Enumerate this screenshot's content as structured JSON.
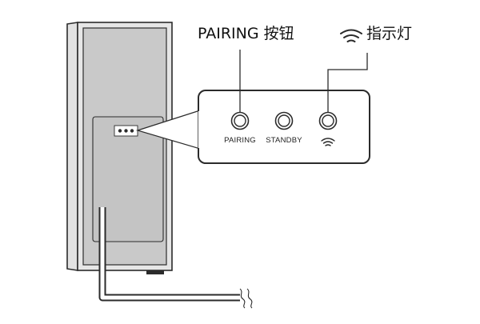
{
  "callouts": {
    "pairing": "PAIRING 按钮",
    "indicator": "指示灯"
  },
  "panel": {
    "buttons": [
      {
        "label": "PAIRING"
      },
      {
        "label": "STANDBY"
      }
    ],
    "indicator_icon": "wifi-icon"
  },
  "colors": {
    "device_fill": "#c9c9c9",
    "device_frame": "#e6e6e6",
    "outline": "#2b2b2b"
  }
}
